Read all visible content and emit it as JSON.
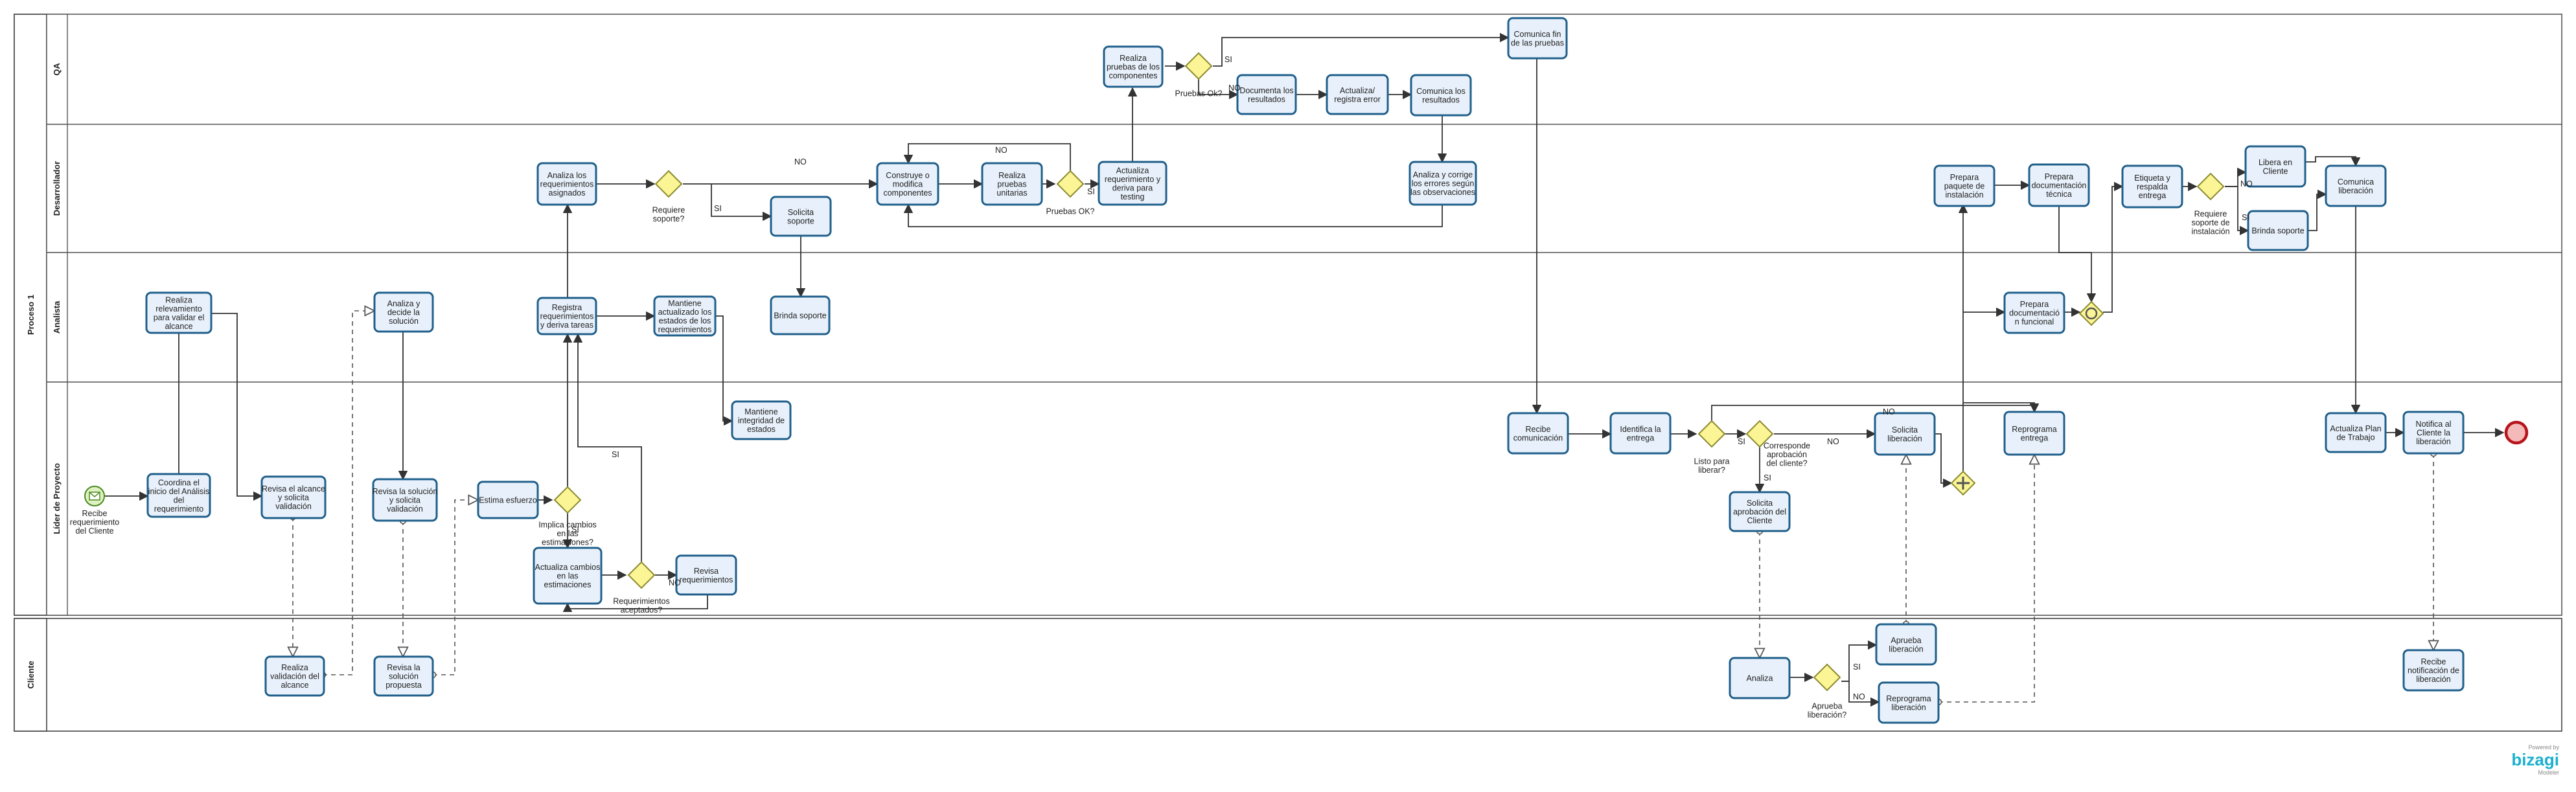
{
  "pools": [
    {
      "id": "p1",
      "name": "Proceso 1"
    },
    {
      "id": "p2",
      "name": "Cliente"
    }
  ],
  "lanes": [
    {
      "id": "qa",
      "name": "QA"
    },
    {
      "id": "dev",
      "name": "Desarrollador"
    },
    {
      "id": "an",
      "name": "Analista"
    },
    {
      "id": "lp",
      "name": "Líder de Proyecto"
    },
    {
      "id": "cl",
      "name": "Cliente"
    }
  ],
  "tasks": [
    {
      "id": "t_coord",
      "lines": [
        "Coordina el",
        "inicio del Análisis",
        "del",
        "requerimiento"
      ]
    },
    {
      "id": "t_relev",
      "lines": [
        "Realiza",
        "relevamiento",
        "para validar el",
        "alcance"
      ]
    },
    {
      "id": "t_rev_alc",
      "lines": [
        "Revisa el alcance",
        "y solicita",
        "validación"
      ]
    },
    {
      "id": "t_val_alc",
      "lines": [
        "Realiza",
        "validación del",
        "alcance"
      ]
    },
    {
      "id": "t_ana_dec",
      "lines": [
        "Analiza y",
        "decide la",
        "solución"
      ]
    },
    {
      "id": "t_rev_sol",
      "lines": [
        "Revisa la solución",
        "y solicita",
        "validación"
      ]
    },
    {
      "id": "t_rev_prop",
      "lines": [
        "Revisa la",
        "solución",
        "propuesta"
      ]
    },
    {
      "id": "t_estima",
      "lines": [
        "Estima esfuerzo"
      ]
    },
    {
      "id": "t_act_est",
      "lines": [
        "Actualiza cambios",
        "en las",
        "estimaciones"
      ]
    },
    {
      "id": "t_rev_req",
      "lines": [
        "Revisa",
        "requerimientos"
      ]
    },
    {
      "id": "t_registra",
      "lines": [
        "Registra",
        "requerimientos",
        "y deriva tareas"
      ]
    },
    {
      "id": "t_mantiene_act",
      "lines": [
        "Mantiene",
        "actualizado los",
        "estados de los",
        "requerimientos"
      ]
    },
    {
      "id": "t_mantiene_int",
      "lines": [
        "Mantiene",
        "integridad de",
        "estados"
      ]
    },
    {
      "id": "t_ana_req",
      "lines": [
        "Analiza los",
        "requerimientos",
        "asignados"
      ]
    },
    {
      "id": "t_sol_sop",
      "lines": [
        "Solicita",
        "soporte"
      ]
    },
    {
      "id": "t_brinda1",
      "lines": [
        "Brinda soporte"
      ]
    },
    {
      "id": "t_construye",
      "lines": [
        "Construye o",
        "modifica",
        "componentes"
      ]
    },
    {
      "id": "t_pruebas_unit",
      "lines": [
        "Realiza",
        "pruebas",
        "unitarias"
      ]
    },
    {
      "id": "t_act_req",
      "lines": [
        "Actualiza",
        "requerimiento y",
        "deriva para",
        "testing"
      ]
    },
    {
      "id": "t_qa_pruebas",
      "lines": [
        "Realiza",
        "pruebas de los",
        "componentes"
      ]
    },
    {
      "id": "t_documenta",
      "lines": [
        "Documenta los",
        "resultados"
      ]
    },
    {
      "id": "t_act_error",
      "lines": [
        "Actualiza/",
        "registra  error"
      ]
    },
    {
      "id": "t_com_res",
      "lines": [
        "Comunica los",
        "resultados"
      ]
    },
    {
      "id": "t_ana_corr",
      "lines": [
        "Analiza y corrige",
        "los errores según",
        "las observaciones"
      ]
    },
    {
      "id": "t_com_fin",
      "lines": [
        "Comunica fin",
        "de las pruebas"
      ]
    },
    {
      "id": "t_recibe_com",
      "lines": [
        "Recibe",
        "comunicación"
      ]
    },
    {
      "id": "t_identifica",
      "lines": [
        "Identifica la",
        "entrega"
      ]
    },
    {
      "id": "t_sol_aprob",
      "lines": [
        "Solicita",
        "aprobación del",
        "Cliente"
      ]
    },
    {
      "id": "t_sol_lib",
      "lines": [
        "Solicita",
        "liberación"
      ]
    },
    {
      "id": "t_reprog_ent",
      "lines": [
        "Reprograma",
        "entrega"
      ]
    },
    {
      "id": "t_analiza_cli",
      "lines": [
        "Analiza"
      ]
    },
    {
      "id": "t_aprueba_lib",
      "lines": [
        "Aprueba",
        "liberación"
      ]
    },
    {
      "id": "t_reprog_lib",
      "lines": [
        "Reprograma",
        "liberación"
      ]
    },
    {
      "id": "t_prep_paq",
      "lines": [
        "Prepara",
        "paquete de",
        "instalación"
      ]
    },
    {
      "id": "t_prep_doc_tec",
      "lines": [
        "Prepara",
        "documentación",
        "técnica"
      ]
    },
    {
      "id": "t_prep_doc_fun",
      "lines": [
        "Prepara",
        "documentació",
        "n funcional"
      ]
    },
    {
      "id": "t_etiqueta",
      "lines": [
        "Etiqueta y",
        "respalda",
        "entrega"
      ]
    },
    {
      "id": "t_libera",
      "lines": [
        "Libera en",
        "Cliente"
      ]
    },
    {
      "id": "t_brinda2",
      "lines": [
        "Brinda soporte"
      ]
    },
    {
      "id": "t_com_lib",
      "lines": [
        "Comunica",
        "liberación"
      ]
    },
    {
      "id": "t_act_plan",
      "lines": [
        "Actualiza Plan",
        "de Trabajo"
      ]
    },
    {
      "id": "t_notifica",
      "lines": [
        "Notifica al",
        "Cliente la",
        "liberación"
      ]
    },
    {
      "id": "t_recibe_not",
      "lines": [
        "Recibe",
        "notificación de",
        "liberación"
      ]
    }
  ],
  "gateways": [
    {
      "id": "g_implica",
      "lines": [
        "Implica cambios",
        "en las",
        "estimaciones?"
      ]
    },
    {
      "id": "g_req_acep",
      "lines": [
        "Requerimientos",
        "aceptados?"
      ]
    },
    {
      "id": "g_req_sop",
      "lines": [
        "Requiere",
        "soporte?"
      ]
    },
    {
      "id": "g_pruebas_ok_dev",
      "lines": [
        "Pruebas OK?"
      ]
    },
    {
      "id": "g_pruebas_ok_qa",
      "lines": [
        "Pruebas Ok?"
      ]
    },
    {
      "id": "g_listo",
      "lines": [
        "Listo para",
        "liberar?"
      ]
    },
    {
      "id": "g_corresponde",
      "lines": [
        "Corresponde",
        "aprobación",
        "del cliente?"
      ]
    },
    {
      "id": "g_aprueba",
      "lines": [
        "Aprueba",
        "liberación?"
      ]
    },
    {
      "id": "g_req_sop_inst",
      "lines": [
        "Requiere",
        "soporte de",
        "instalación"
      ]
    }
  ],
  "events": [
    {
      "id": "e_start",
      "lines": [
        "Recibe",
        "requerimiento",
        "del Cliente"
      ]
    },
    {
      "id": "e_end",
      "lines": []
    }
  ],
  "flow_labels": [
    {
      "id": "l_no_top",
      "text": "NO"
    },
    {
      "id": "l_si_reqsop",
      "text": "SI"
    },
    {
      "id": "l_no_pruebas",
      "text": "NO"
    },
    {
      "id": "l_si_pruebas",
      "text": "SI"
    },
    {
      "id": "l_si_qa",
      "text": "SI"
    },
    {
      "id": "l_no_qa",
      "text": "NO"
    },
    {
      "id": "l_si_implica",
      "text": "SI"
    },
    {
      "id": "l_si_reqacep",
      "text": "SI"
    },
    {
      "id": "l_no_reqacep",
      "text": "NO"
    },
    {
      "id": "l_si_listo",
      "text": "SI"
    },
    {
      "id": "l_no_listo",
      "text": "NO"
    },
    {
      "id": "l_si_corr",
      "text": "SI"
    },
    {
      "id": "l_no_corr",
      "text": "NO"
    },
    {
      "id": "l_si_aprueba",
      "text": "SI"
    },
    {
      "id": "l_no_aprueba",
      "text": "NO"
    },
    {
      "id": "l_si_inst",
      "text": "SI"
    },
    {
      "id": "l_no_inst",
      "text": "NO"
    }
  ],
  "brand": {
    "powered": "Powered by",
    "name": "bizagi",
    "product": "Modeler",
    "color": "#1bb0ce"
  }
}
